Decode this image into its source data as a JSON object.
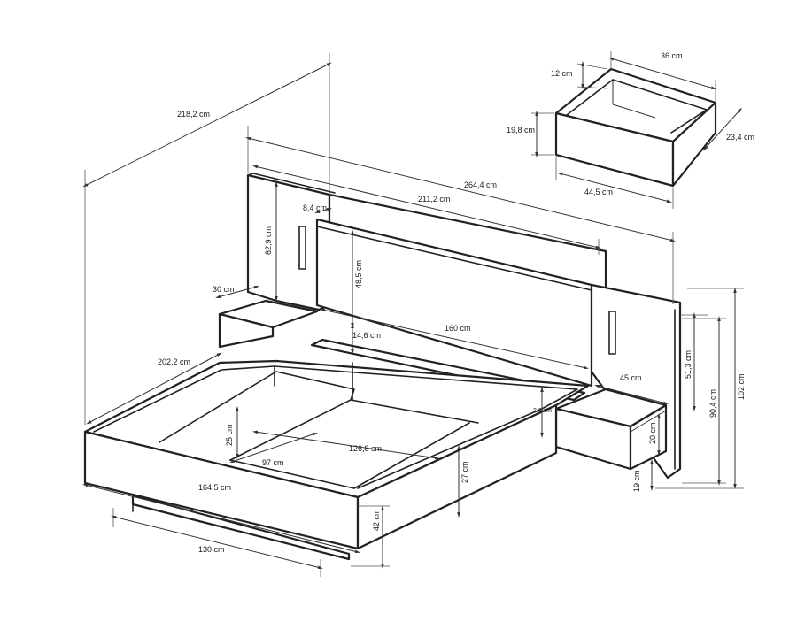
{
  "colors": {
    "line": "#222222",
    "background": "#ffffff"
  },
  "dimensions": {
    "overall_depth": "218,2 cm",
    "overall_width": "264,4 cm",
    "headboard_width": "211,2 cm",
    "headboard_offset": "8,4 cm",
    "headboard_panel_height": "62,9 cm",
    "headboard_inner_height": "48,5 cm",
    "left_shelf_depth": "30 cm",
    "headboard_inner_width": "160 cm",
    "shelf_gap": "14,6 cm",
    "frame_length": "202,2 cm",
    "frame_width": "164,5 cm",
    "base_width": "130 cm",
    "slat_height": "25 cm",
    "inner_width": "97 cm",
    "inner_length": "126,8 cm",
    "frame_height": "27 cm",
    "bed_height": "42 cm",
    "nightstand_width": "45 cm",
    "panel_height": "51,3 cm",
    "right_panel_height": "90,4 cm",
    "total_height": "102 cm",
    "shelf_thickness": "2,6 cm",
    "drawer_front_height": "20 cm",
    "nightstand_clearance": "19 cm",
    "drawer_width": "36 cm",
    "drawer_side_height": "12 cm",
    "drawer_front": "19,8 cm",
    "drawer_depth": "23,4 cm",
    "drawer_front_width": "44,5 cm"
  }
}
